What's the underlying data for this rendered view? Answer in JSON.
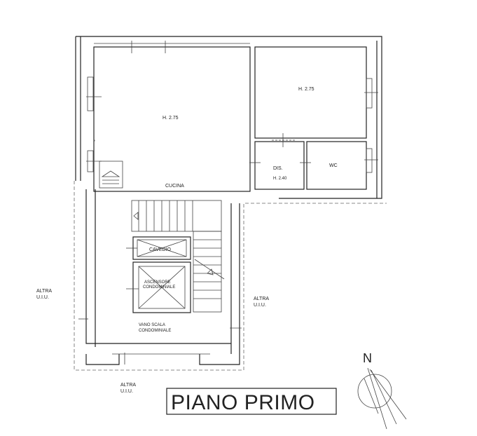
{
  "plan": {
    "title": "PIANO PRIMO",
    "north_label": "N",
    "rooms": {
      "main_height": "H. 2.75",
      "right_height": "H. 2.75",
      "cucina": "CUCINA",
      "dis": "DIS.",
      "dis_height": "H. 2.40",
      "wc": "WC",
      "cavedio": "CAVEDIO",
      "ascensore_1": "ASCENSORE",
      "ascensore_2": "CONDOMINIALE",
      "vano_1": "VANO SCALA",
      "vano_2": "CONDOMINIALE"
    },
    "altra_left": [
      "ALTRA",
      "U.I.U."
    ],
    "altra_right": [
      "ALTRA",
      "U.I.U."
    ],
    "altra_bottom": [
      "ALTRA",
      "U.I.U."
    ]
  }
}
